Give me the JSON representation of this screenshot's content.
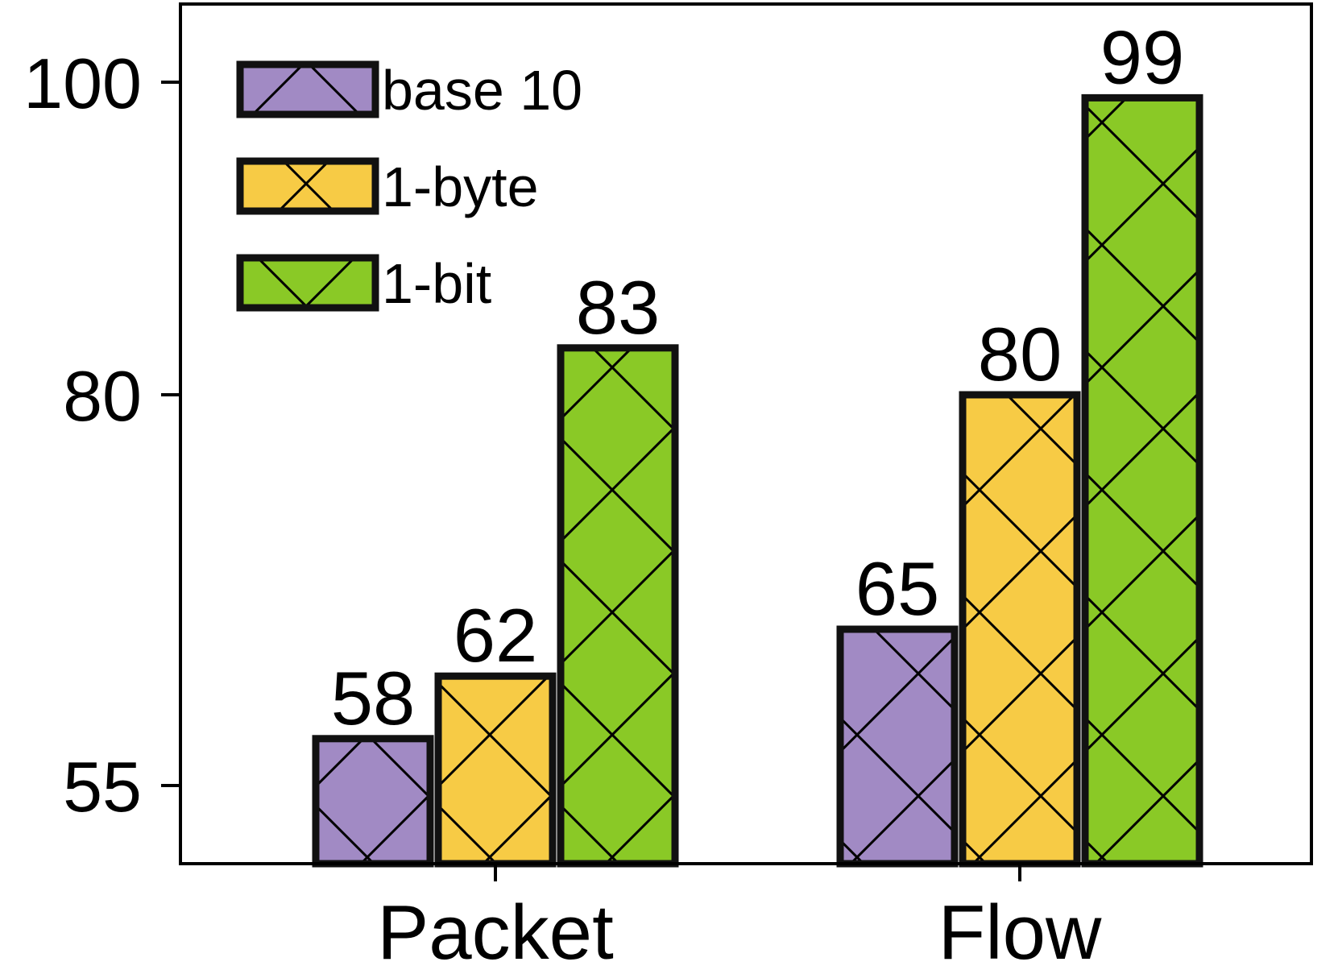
{
  "chart_data": {
    "type": "bar",
    "categories": [
      "Packet",
      "Flow"
    ],
    "series": [
      {
        "name": "base 10",
        "values": [
          58,
          65
        ],
        "color": "#a18ac4"
      },
      {
        "name": "1-byte",
        "values": [
          62,
          80
        ],
        "color": "#f7cb45"
      },
      {
        "name": "1-bit",
        "values": [
          83,
          99
        ],
        "color": "#8ac926"
      }
    ],
    "ylim": [
      50,
      105
    ],
    "yticks": [
      55,
      80,
      100
    ],
    "ytick_labels": [
      "55",
      "80",
      "100"
    ],
    "xlabel": "",
    "ylabel": "",
    "title": "",
    "legend_position": "top-left",
    "grid": false,
    "hatch": "cross"
  }
}
